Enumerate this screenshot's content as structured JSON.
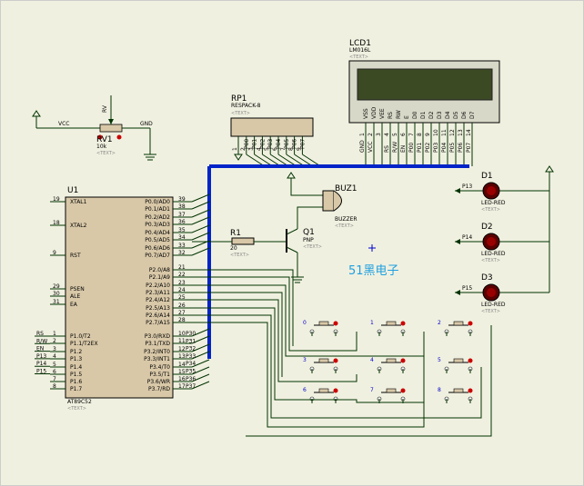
{
  "mcu": {
    "ref": "U1",
    "part": "AT89C52",
    "text": "<TEXT>",
    "left_pins": [
      {
        "num": "19",
        "name": "XTAL1"
      },
      {
        "num": "18",
        "name": "XTAL2"
      },
      {
        "num": "9",
        "name": "RST"
      },
      {
        "num": "29",
        "name": "PSEN"
      },
      {
        "num": "30",
        "name": "ALE"
      },
      {
        "num": "31",
        "name": "EA"
      },
      {
        "num": "1",
        "name": "P1.0/T2"
      },
      {
        "num": "2",
        "name": "P1.1/T2EX"
      },
      {
        "num": "3",
        "name": "P1.2"
      },
      {
        "num": "4",
        "name": "P1.3"
      },
      {
        "num": "5",
        "name": "P1.4"
      },
      {
        "num": "6",
        "name": "P1.5"
      },
      {
        "num": "7",
        "name": "P1.6"
      },
      {
        "num": "8",
        "name": "P1.7"
      }
    ],
    "right_pins": [
      {
        "num": "39",
        "name": "P0.0/AD0"
      },
      {
        "num": "38",
        "name": "P0.1/AD1"
      },
      {
        "num": "37",
        "name": "P0.2/AD2"
      },
      {
        "num": "36",
        "name": "P0.3/AD3"
      },
      {
        "num": "35",
        "name": "P0.4/AD4"
      },
      {
        "num": "34",
        "name": "P0.5/AD5"
      },
      {
        "num": "33",
        "name": "P0.6/AD6"
      },
      {
        "num": "32",
        "name": "P0.7/AD7"
      },
      {
        "num": "21",
        "name": "P2.0/A8"
      },
      {
        "num": "22",
        "name": "P2.1/A9"
      },
      {
        "num": "23",
        "name": "P2.2/A10"
      },
      {
        "num": "24",
        "name": "P2.3/A11"
      },
      {
        "num": "25",
        "name": "P2.4/A12"
      },
      {
        "num": "26",
        "name": "P2.5/A13"
      },
      {
        "num": "27",
        "name": "P2.6/A14"
      },
      {
        "num": "28",
        "name": "P2.7/A15"
      },
      {
        "num": "10",
        "name": "P3.0/RXD"
      },
      {
        "num": "11",
        "name": "P3.1/TXD"
      },
      {
        "num": "12",
        "name": "P3.2/INT0"
      },
      {
        "num": "13",
        "name": "P3.3/INT1"
      },
      {
        "num": "14",
        "name": "P3.4/T0"
      },
      {
        "num": "15",
        "name": "P3.5/T1"
      },
      {
        "num": "16",
        "name": "P3.6/WR"
      },
      {
        "num": "17",
        "name": "P3.7/RD"
      }
    ],
    "left_nets": [
      "RS",
      "R/W",
      "EN",
      "P13",
      "P14",
      "P15"
    ],
    "right_nets": [
      "P30",
      "P31",
      "P32",
      "P33",
      "P34",
      "P35",
      "P36",
      "P37"
    ]
  },
  "lcd": {
    "ref": "LCD1",
    "part": "LM016L",
    "text": "<TEXT>",
    "pins": [
      "VSS",
      "VDD",
      "VEE",
      "RS",
      "RW",
      "E",
      "D0",
      "D1",
      "D2",
      "D3",
      "D4",
      "D5",
      "D6",
      "D7"
    ],
    "pin_nums": [
      "1",
      "2",
      "3",
      "4",
      "5",
      "6",
      "7",
      "8",
      "9",
      "10",
      "11",
      "12",
      "13",
      "14"
    ],
    "nets": [
      "GND",
      "VCC",
      "",
      "RS",
      "R/W",
      "EN",
      "P00",
      "P01",
      "P02",
      "P03",
      "P04",
      "P05",
      "P06",
      "P07"
    ]
  },
  "rp": {
    "ref": "RP1",
    "part": "RESPACK-8",
    "text": "<TEXT>",
    "pins": [
      "1",
      "2",
      "3",
      "4",
      "5",
      "6",
      "7",
      "8",
      "9"
    ],
    "nets": [
      "",
      "P00",
      "P01",
      "P02",
      "P03",
      "P04",
      "P05",
      "P06",
      "P07"
    ]
  },
  "rv": {
    "ref": "RV1",
    "value": "10k",
    "text": "<TEXT>",
    "vcc": "VCC",
    "gnd": "GND",
    "net": "RV"
  },
  "buz": {
    "ref": "BUZ1",
    "part": "BUZZER",
    "text": "<TEXT>"
  },
  "q": {
    "ref": "Q1",
    "part": "PNP",
    "text": "<TEXT>"
  },
  "r1": {
    "ref": "R1",
    "value": "20",
    "text": "<TEXT>"
  },
  "leds": [
    {
      "ref": "D1",
      "part": "LED-RED",
      "text": "<TEXT>",
      "net": "P13"
    },
    {
      "ref": "D2",
      "part": "LED-RED",
      "text": "<TEXT>",
      "net": "P14"
    },
    {
      "ref": "D3",
      "part": "LED-RED",
      "text": "<TEXT>",
      "net": "P15"
    }
  ],
  "keys": [
    "0",
    "1",
    "2",
    "3",
    "4",
    "5",
    "6",
    "7",
    "8"
  ],
  "watermark": "51黑电子"
}
